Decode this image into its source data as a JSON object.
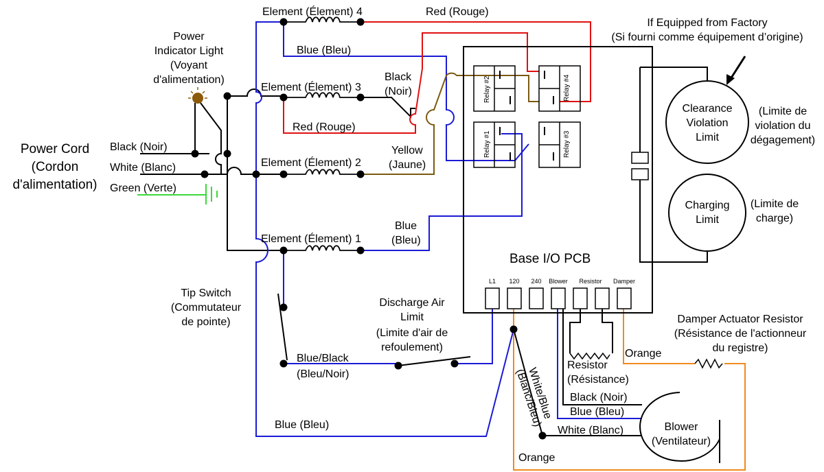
{
  "title": "",
  "power_cord": {
    "line1": "Power Cord",
    "line2": "(Cordon",
    "line3": "d'alimentation)"
  },
  "power_light": {
    "line1": "Power",
    "line2": "Indicator Light",
    "line3": "(Voyant",
    "line4": "d'alimentation)"
  },
  "cord_wires": {
    "black": "Black (Noir)",
    "white": "White (Blanc)",
    "green": "Green (Verte)"
  },
  "elements": {
    "e4": "Element (Élement) 4",
    "e3": "Element (Élement) 3",
    "e2": "Element (Élement) 2",
    "e1": "Element (Élement) 1"
  },
  "wire_labels": {
    "red_top": "Red (Rouge)",
    "blue_top": "Blue (Bleu)",
    "black_mid1": "Black",
    "black_mid2": "(Noir)",
    "red_mid": "Red (Rouge)",
    "yellow1": "Yellow",
    "yellow2": "(Jaune)",
    "blue_e1_1": "Blue",
    "blue_e1_2": "(Bleu)",
    "blue_black1": "Blue/Black",
    "blue_black2": "(Bleu/Noir)",
    "blue_bottom": "Blue (Bleu)",
    "white_blue1": "White/Blue",
    "white_blue2": "(Blanc/Bleu)",
    "orange_right": "Orange",
    "orange_bottom": "Orange",
    "blower_black": "Black (Noir)",
    "blower_blue": "Blue (Bleu)",
    "blower_white": "White (Blanc)"
  },
  "factory_note": {
    "line1": "If Equipped from Factory",
    "line2": "(Si fourni comme équipement d’origine)"
  },
  "clearance": {
    "line1": "Clearance",
    "line2": "Violation",
    "line3": "Limit",
    "fr1": "(Limite de",
    "fr2": "violation du",
    "fr3": "dégagement)"
  },
  "charging": {
    "line1": "Charging",
    "line2": "Limit",
    "fr1": "(Limite de",
    "fr2": "charge)"
  },
  "pcb": {
    "label": "Base I/O PCB",
    "terminals": [
      "L1",
      "120",
      "240",
      "Blower",
      "Resistor",
      "Damper"
    ]
  },
  "relays": [
    "Relay #2",
    "Relay #4",
    "Relay #1",
    "Relay #3"
  ],
  "tip_switch": {
    "line1": "Tip Switch",
    "line2": "(Commutateur",
    "line3": "de pointe)"
  },
  "discharge": {
    "line1": "Discharge Air",
    "line2": "Limit",
    "line3": "(Limite d'air de",
    "line4": "refoulement)"
  },
  "damper": {
    "line1": "Damper Actuator Resistor",
    "line2": "(Résistance de l'actionneur",
    "line3": "du registre)"
  },
  "resistor": {
    "line1": "Resistor",
    "line2": "(Résistance)"
  },
  "blower": {
    "line1": "Blower",
    "line2": "(Ventilateur)"
  },
  "colors": {
    "black": "#000000",
    "blue": "#1a1ad6",
    "red": "#e01010",
    "yellow": "#7a5a10",
    "orange": "#f08a1c",
    "green": "#3ad83a",
    "lamp": "#8b5a0a"
  }
}
